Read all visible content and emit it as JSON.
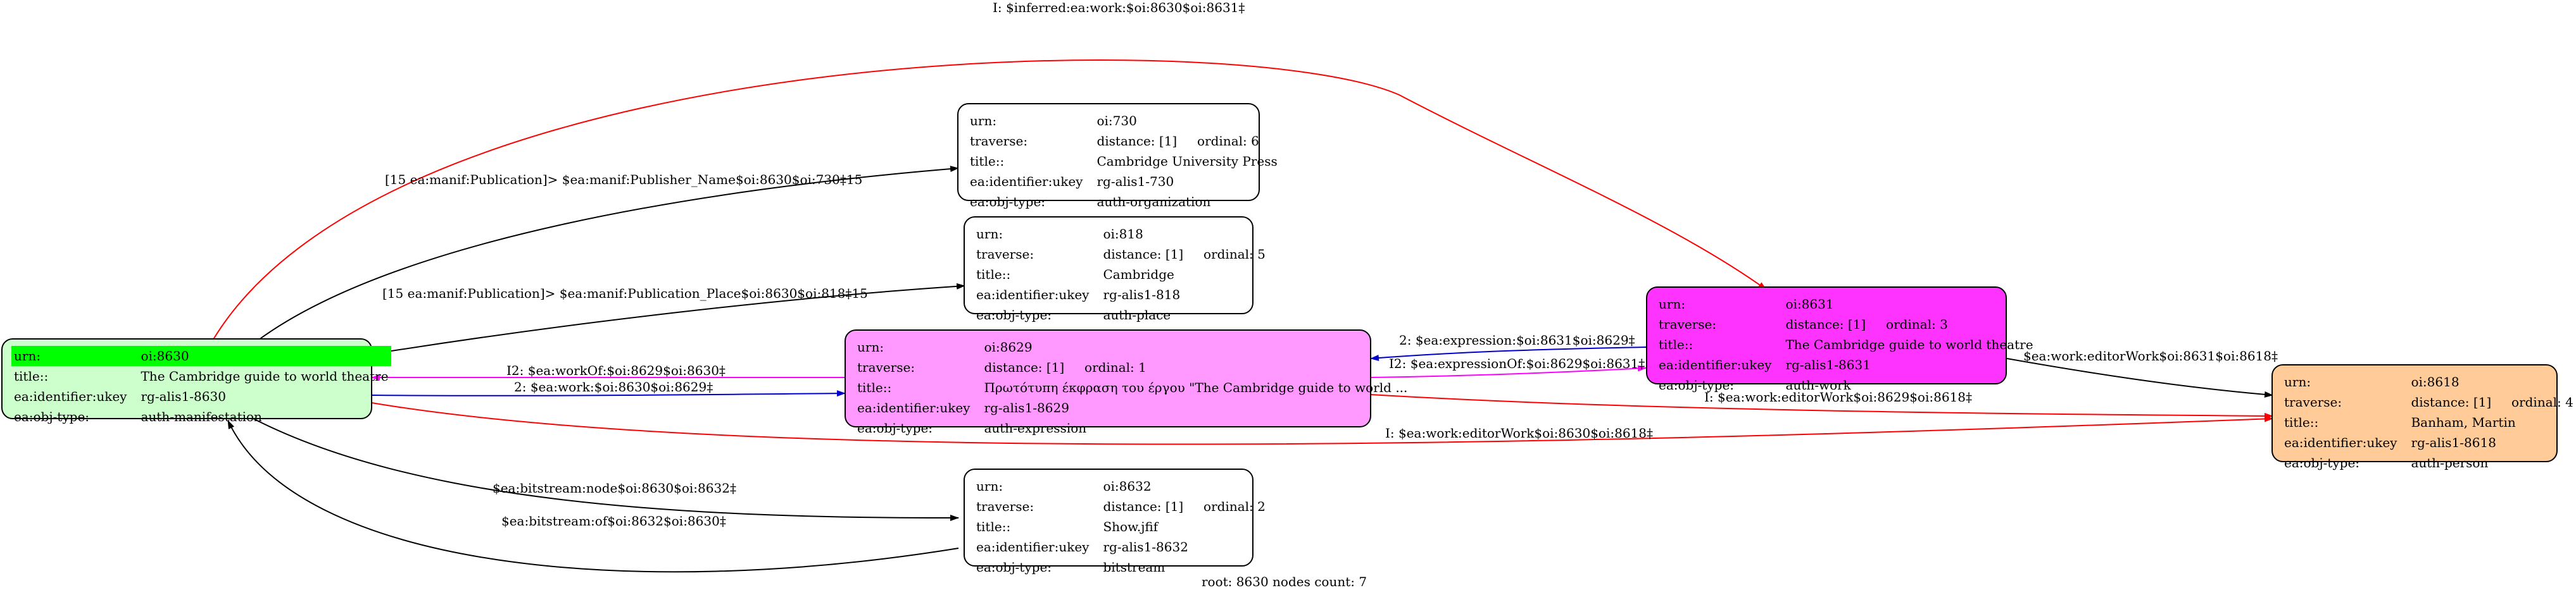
{
  "footer": "root: 8630 nodes count: 7",
  "nodes": {
    "n8630": {
      "fill": "#ccffcc",
      "rows": [
        {
          "k": "urn:",
          "v": "oi:8630"
        },
        {
          "k": "title::",
          "v": "The Cambridge guide to world theatre"
        },
        {
          "k": "ea:identifier:ukey",
          "v": "rg-alis1-8630"
        },
        {
          "k": "ea:obj-type:",
          "v": "auth-manifestation"
        }
      ]
    },
    "n730": {
      "fill": "#ffffff",
      "rows": [
        {
          "k": "urn:",
          "v": "oi:730"
        },
        {
          "k": "traverse:",
          "v": "distance: [1]     ordinal: 6"
        },
        {
          "k": "title::",
          "v": "Cambridge University Press"
        },
        {
          "k": "ea:identifier:ukey",
          "v": "rg-alis1-730"
        },
        {
          "k": "ea:obj-type:",
          "v": "auth-organization"
        }
      ]
    },
    "n818": {
      "fill": "#ffffff",
      "rows": [
        {
          "k": "urn:",
          "v": "oi:818"
        },
        {
          "k": "traverse:",
          "v": "distance: [1]     ordinal: 5"
        },
        {
          "k": "title::",
          "v": "Cambridge"
        },
        {
          "k": "ea:identifier:ukey",
          "v": "rg-alis1-818"
        },
        {
          "k": "ea:obj-type:",
          "v": "auth-place"
        }
      ]
    },
    "n8629": {
      "fill": "#ff99ff",
      "rows": [
        {
          "k": "urn:",
          "v": "oi:8629"
        },
        {
          "k": "traverse:",
          "v": "distance: [1]     ordinal: 1"
        },
        {
          "k": "title::",
          "v": "Πρωτότυπη έκφραση του έργου \"The Cambridge guide to world ..."
        },
        {
          "k": "ea:identifier:ukey",
          "v": "rg-alis1-8629"
        },
        {
          "k": "ea:obj-type:",
          "v": "auth-expression"
        }
      ]
    },
    "n8631": {
      "fill": "#ff33ff",
      "rows": [
        {
          "k": "urn:",
          "v": "oi:8631"
        },
        {
          "k": "traverse:",
          "v": "distance: [1]     ordinal: 3"
        },
        {
          "k": "title::",
          "v": "The Cambridge guide to world theatre"
        },
        {
          "k": "ea:identifier:ukey",
          "v": "rg-alis1-8631"
        },
        {
          "k": "ea:obj-type:",
          "v": "auth-work"
        }
      ]
    },
    "n8618": {
      "fill": "#ffcc99",
      "rows": [
        {
          "k": "urn:",
          "v": "oi:8618"
        },
        {
          "k": "traverse:",
          "v": "distance: [1]     ordinal: 4"
        },
        {
          "k": "title::",
          "v": "Banham, Martin"
        },
        {
          "k": "ea:identifier:ukey",
          "v": "rg-alis1-8618"
        },
        {
          "k": "ea:obj-type:",
          "v": "auth-person"
        }
      ]
    },
    "n8632": {
      "fill": "#ffffff",
      "rows": [
        {
          "k": "urn:",
          "v": "oi:8632"
        },
        {
          "k": "traverse:",
          "v": "distance: [1]     ordinal: 2"
        },
        {
          "k": "title::",
          "v": "Show.jfif"
        },
        {
          "k": "ea:identifier:ukey",
          "v": "rg-alis1-8632"
        },
        {
          "k": "ea:obj-type:",
          "v": "bitstream"
        }
      ]
    }
  },
  "edges": [
    {
      "id": "inferred-work",
      "label": "I: $inferred:ea:work:$oi:8630$oi:8631‡",
      "color": "#ff0000"
    },
    {
      "id": "publisher",
      "label": "[15 ea:manif:Publication]> $ea:manif:Publisher_Name$oi:8630$oi:730‡15",
      "color": "#000000"
    },
    {
      "id": "place",
      "label": "[15 ea:manif:Publication]> $ea:manif:Publication_Place$oi:8630$oi:818‡15",
      "color": "#000000"
    },
    {
      "id": "workof",
      "label": "I2: $ea:workOf:$oi:8629$oi:8630‡",
      "color": "#ff00ff"
    },
    {
      "id": "work",
      "label": "2: $ea:work:$oi:8630$oi:8629‡",
      "color": "#0000cc"
    },
    {
      "id": "expression",
      "label": "2: $ea:expression:$oi:8631$oi:8629‡",
      "color": "#0000cc"
    },
    {
      "id": "expressionof",
      "label": "I2: $ea:expressionOf:$oi:8629$oi:8631‡",
      "color": "#ff00ff"
    },
    {
      "id": "editor-8631",
      "label": "$ea:work:editorWork$oi:8631$oi:8618‡",
      "color": "#000000"
    },
    {
      "id": "editor-8629",
      "label": "I: $ea:work:editorWork$oi:8629$oi:8618‡",
      "color": "#ff0000"
    },
    {
      "id": "editor-8630",
      "label": "I: $ea:work:editorWork$oi:8630$oi:8618‡",
      "color": "#ff0000"
    },
    {
      "id": "node",
      "label": "$ea:bitstream:node$oi:8630$oi:8632‡",
      "color": "#000000"
    },
    {
      "id": "of",
      "label": "$ea:bitstream:of$oi:8632$oi:8630‡",
      "color": "#000000"
    }
  ]
}
